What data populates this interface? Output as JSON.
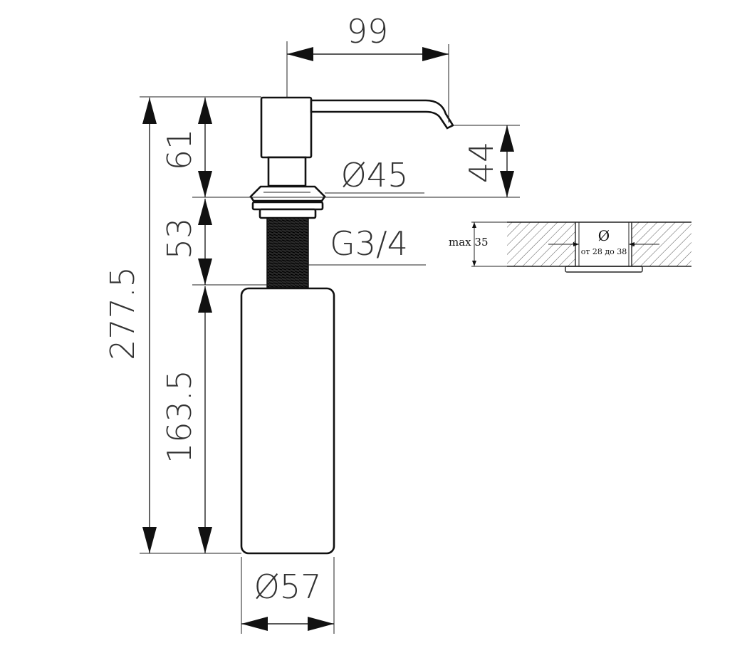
{
  "dimensions": {
    "spout_reach": "99",
    "total_height": "277.5",
    "pump_height": "61",
    "thread_length": "53",
    "bottle_height": "163.5",
    "flange_diameter": "Ø45",
    "thread_spec": "G3/4",
    "spout_height": "44",
    "bottle_diameter": "Ø57"
  },
  "mounting_detail": {
    "max_thickness": "max 35",
    "diameter_symbol": "Ø",
    "hole_range": "от 28 до 38"
  }
}
